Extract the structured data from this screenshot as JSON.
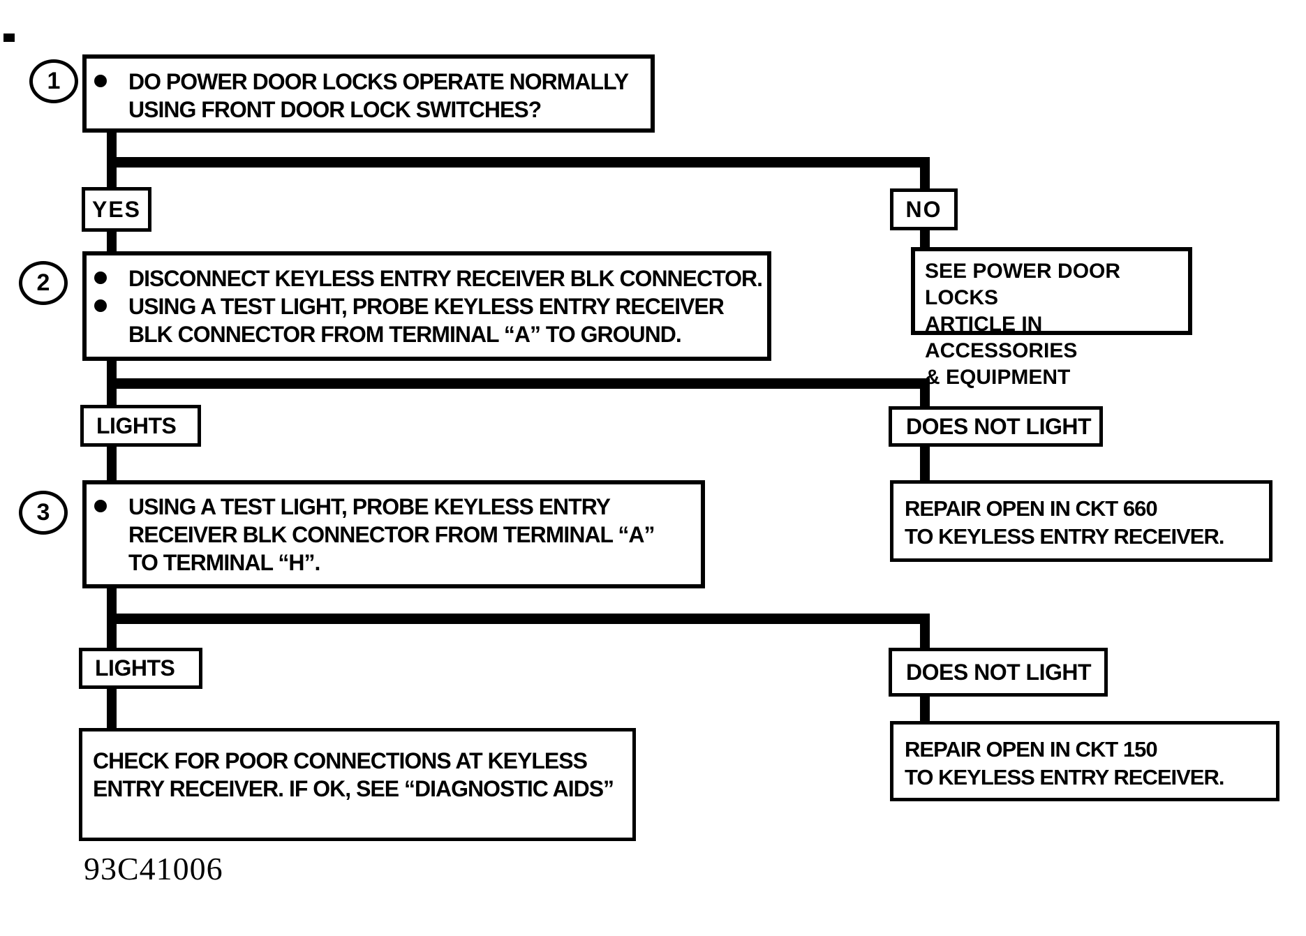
{
  "figure_code": "93C41006",
  "colors": {
    "ink": "#000000",
    "paper": "#ffffff"
  },
  "steps": {
    "s1": {
      "number": "1",
      "items": [
        {
          "lines": [
            "DO POWER DOOR LOCKS OPERATE NORMALLY",
            "USING FRONT DOOR LOCK SWITCHES?"
          ]
        }
      ]
    },
    "s2": {
      "number": "2",
      "items": [
        {
          "lines": [
            "DISCONNECT KEYLESS ENTRY RECEIVER BLK CONNECTOR."
          ]
        },
        {
          "lines": [
            "USING A TEST LIGHT, PROBE KEYLESS ENTRY RECEIVER",
            "BLK CONNECTOR FROM TERMINAL “A” TO GROUND."
          ]
        }
      ]
    },
    "s3": {
      "number": "3",
      "items": [
        {
          "lines": [
            "USING A TEST LIGHT, PROBE KEYLESS ENTRY",
            "RECEIVER BLK CONNECTOR FROM TERMINAL “A”",
            "TO TERMINAL “H”."
          ]
        }
      ]
    }
  },
  "answers": {
    "yes": "YES",
    "no": "NO",
    "lights1": "LIGHTS",
    "does_not_light1": "DOES NOT LIGHT",
    "lights2": "LIGHTS",
    "does_not_light2": "DOES NOT LIGHT"
  },
  "results": {
    "see_article": {
      "lines": [
        "SEE POWER DOOR LOCKS",
        "ARTICLE IN ACCESSORIES",
        "& EQUIPMENT"
      ]
    },
    "repair_660": {
      "lines": [
        "REPAIR OPEN IN CKT 660",
        "TO KEYLESS ENTRY RECEIVER."
      ]
    },
    "repair_150": {
      "lines": [
        "REPAIR OPEN IN CKT 150",
        "TO KEYLESS ENTRY RECEIVER."
      ]
    },
    "check_connections": {
      "lines": [
        "CHECK FOR POOR CONNECTIONS AT KEYLESS",
        "ENTRY RECEIVER.  IF OK, SEE “DIAGNOSTIC AIDS”"
      ]
    }
  }
}
